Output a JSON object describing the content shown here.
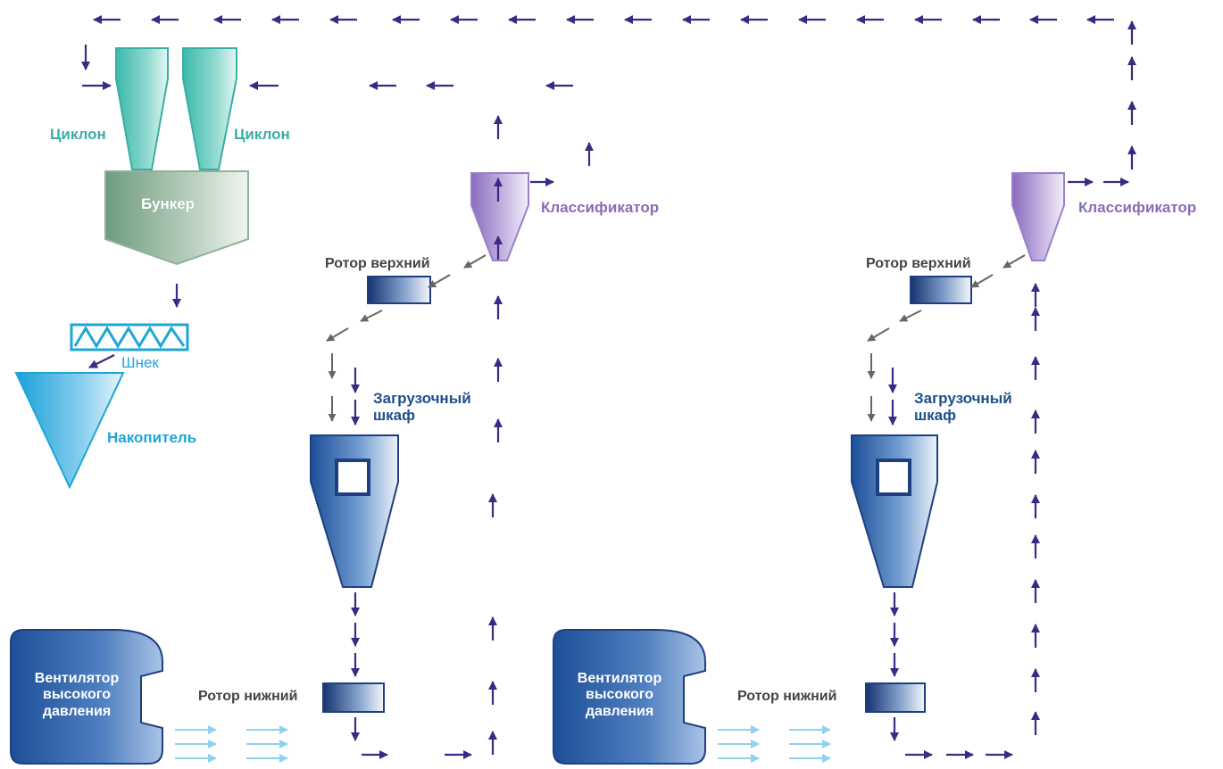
{
  "labels": {
    "cyclone_left": "Циклон",
    "cyclone_right": "Циклон",
    "bunker": "Бункер",
    "screw": "Шнек",
    "accumulator": "Накопитель",
    "classifier_1": "Классификатор",
    "classifier_2": "Классификатор",
    "rotor_top_1": "Ротор верхний",
    "rotor_top_2": "Ротор верхний",
    "loading_cabinet_1": "Загрузочный\nшкаф",
    "loading_cabinet_2": "Загрузочный\nшкаф",
    "rotor_bottom_1": "Ротор нижний",
    "rotor_bottom_2": "Ротор нижний",
    "fan_1": "Вентилятор\nвысокого\nдавления",
    "fan_2": "Вентилятор\nвысокого\nдавления"
  },
  "colors": {
    "flow_arrow": "#3b2a85",
    "material_arrow": "#666666",
    "air_arrow": "#8fd1ef",
    "cyclone": "#4fc3b6",
    "bunker": "#8fb29a",
    "classifier": "#9a80c8",
    "loading_cabinet": "#2a5ea8",
    "rotor": "#1e3f80",
    "fan": "#2a5ea8",
    "accumulator": "#2aa9dc"
  }
}
